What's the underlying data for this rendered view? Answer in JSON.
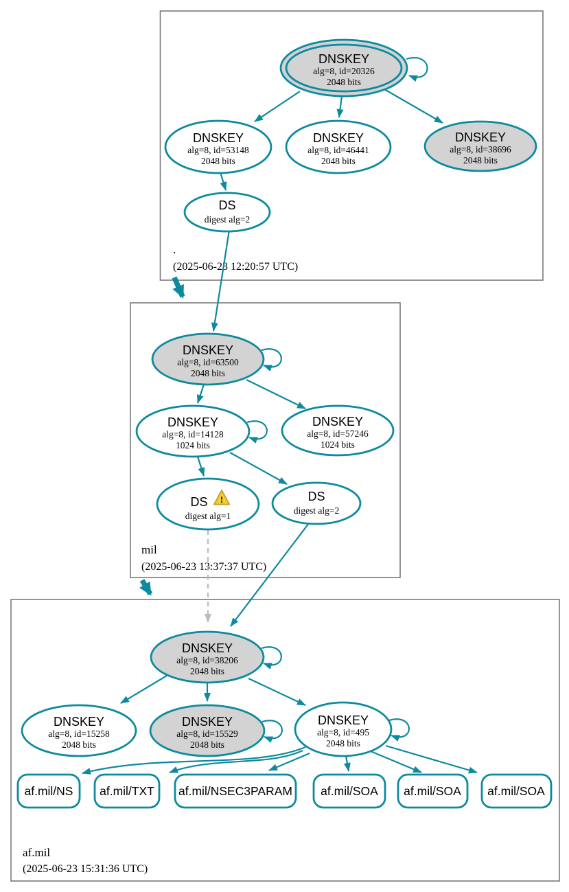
{
  "colors": {
    "secure_edge": "#0d8a9e",
    "key_fill_gray": "#d3d3d3",
    "node_fill_white": "#ffffff",
    "warning_fill": "#f5cf3b",
    "warning_border": "#c9a227",
    "dashed_edge": "#bcbcbc",
    "zone_box_border": "#7a7a7a"
  },
  "zones": {
    "root": {
      "label": ".",
      "timestamp": "(2025-06-23 12:20:57 UTC)",
      "nodes": {
        "ksk": {
          "title": "DNSKEY",
          "detail": "alg=8, id=20326",
          "bits": "2048 bits"
        },
        "key53148": {
          "title": "DNSKEY",
          "detail": "alg=8, id=53148",
          "bits": "2048 bits"
        },
        "key46441": {
          "title": "DNSKEY",
          "detail": "alg=8, id=46441",
          "bits": "2048 bits"
        },
        "key38696": {
          "title": "DNSKEY",
          "detail": "alg=8, id=38696",
          "bits": "2048 bits"
        },
        "ds": {
          "title": "DS",
          "detail": "digest alg=2"
        }
      }
    },
    "mil": {
      "label": "mil",
      "timestamp": "(2025-06-23 13:37:37 UTC)",
      "nodes": {
        "ksk": {
          "title": "DNSKEY",
          "detail": "alg=8, id=63500",
          "bits": "2048 bits"
        },
        "key14128": {
          "title": "DNSKEY",
          "detail": "alg=8, id=14128",
          "bits": "1024 bits"
        },
        "key57246": {
          "title": "DNSKEY",
          "detail": "alg=8, id=57246",
          "bits": "1024 bits"
        },
        "ds1": {
          "title": "DS",
          "detail": "digest alg=1",
          "warning": "!"
        },
        "ds2": {
          "title": "DS",
          "detail": "digest alg=2"
        }
      }
    },
    "afmil": {
      "label": "af.mil",
      "timestamp": "(2025-06-23 15:31:36 UTC)",
      "nodes": {
        "ksk": {
          "title": "DNSKEY",
          "detail": "alg=8, id=38206",
          "bits": "2048 bits"
        },
        "key15258": {
          "title": "DNSKEY",
          "detail": "alg=8, id=15258",
          "bits": "2048 bits"
        },
        "key15529": {
          "title": "DNSKEY",
          "detail": "alg=8, id=15529",
          "bits": "2048 bits"
        },
        "key495": {
          "title": "DNSKEY",
          "detail": "alg=8, id=495",
          "bits": "2048 bits"
        },
        "rrset_ns": {
          "label": "af.mil/NS"
        },
        "rrset_txt": {
          "label": "af.mil/TXT"
        },
        "rrset_nsec3param": {
          "label": "af.mil/NSEC3PARAM"
        },
        "rrset_soa1": {
          "label": "af.mil/SOA"
        },
        "rrset_soa2": {
          "label": "af.mil/SOA"
        },
        "rrset_soa3": {
          "label": "af.mil/SOA"
        }
      }
    }
  }
}
